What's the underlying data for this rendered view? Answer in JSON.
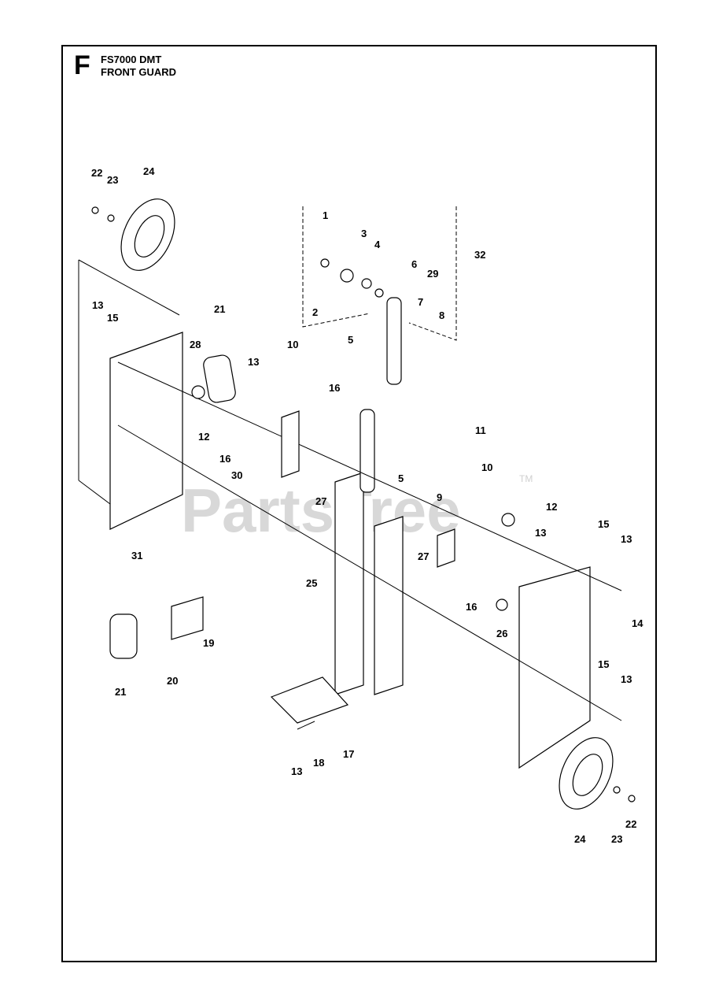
{
  "header": {
    "section_letter": "F",
    "model": "FS7000 DMT",
    "title": "FRONT GUARD"
  },
  "watermark": {
    "text": "PartsTree",
    "trademark": "TM"
  },
  "callouts": [
    "1",
    "2",
    "3",
    "4",
    "5",
    "6",
    "7",
    "8",
    "9",
    "10",
    "11",
    "12",
    "13",
    "14",
    "15",
    "16",
    "17",
    "18",
    "19",
    "20",
    "21",
    "22",
    "23",
    "24",
    "25",
    "26",
    "27",
    "28",
    "29",
    "30",
    "31",
    "32"
  ]
}
